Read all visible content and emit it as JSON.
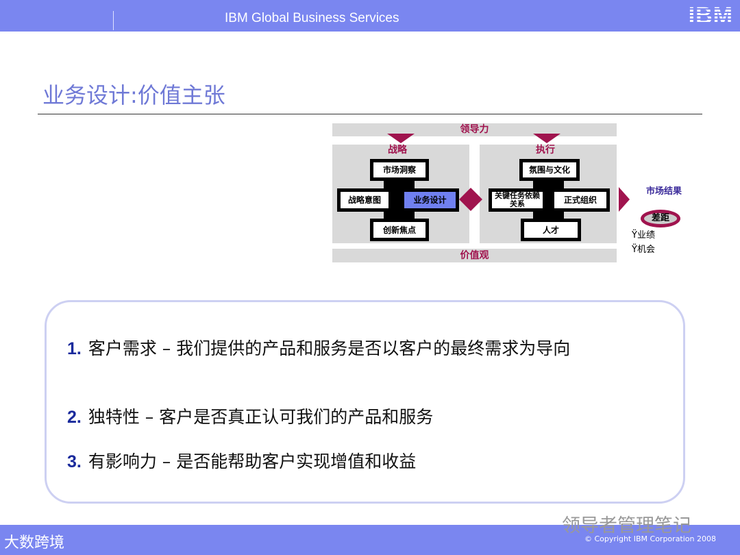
{
  "header": {
    "title": "IBM Global Business Services",
    "logo": "IBM"
  },
  "page_title": "业务设计:价值主张",
  "diagram": {
    "top_bar": "领导力",
    "bottom_bar": "价值观",
    "strategy": {
      "label": "战略",
      "boxes": [
        "市场洞察",
        "战略意图",
        "业务设计",
        "创新焦点"
      ]
    },
    "execution": {
      "label": "执行",
      "boxes": [
        "氛围与文化",
        "关键任务依赖关系",
        "正式组织",
        "人才"
      ]
    },
    "result": {
      "label": "市场结果",
      "gap": "差距",
      "items": [
        "Ÿ业绩",
        "Ÿ机会"
      ]
    },
    "colors": {
      "accent": "#a0144e",
      "highlight": "#7080f0",
      "panel": "#d9d9d9"
    }
  },
  "points": [
    {
      "num": "1.",
      "text": "客户需求 – 我们提供的产品和服务是否以客户的最终需求为导向"
    },
    {
      "num": "2.",
      "text": "独特性 – 客户是否真正认可我们的产品和服务"
    },
    {
      "num": "3.",
      "text": "有影响力 – 是否能帮助客户实现增值和收益"
    }
  ],
  "watermark": "领导者管理笔记",
  "footer": {
    "copyright": "© Copyright IBM Corporation 2008",
    "brand": "大数跨境"
  }
}
